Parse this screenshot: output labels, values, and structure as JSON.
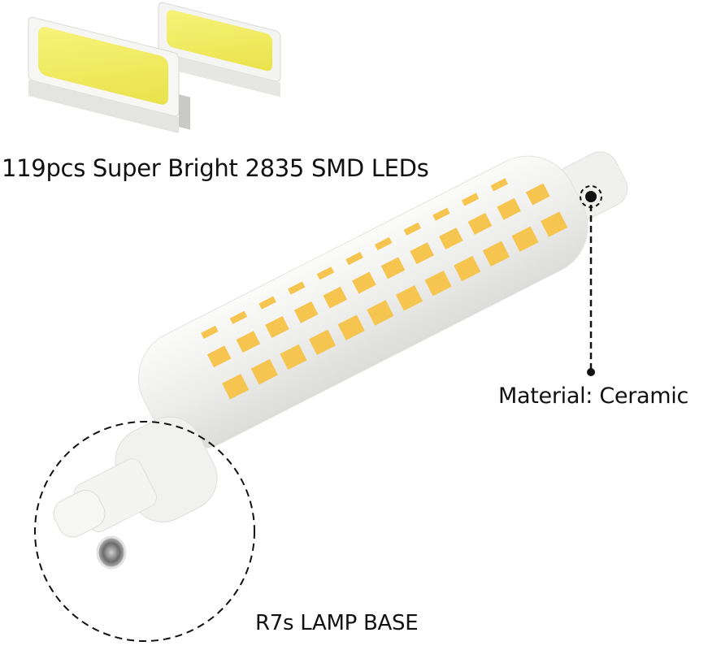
{
  "product": {
    "led_caption": "119pcs Super Bright 2835 SMD LEDs",
    "material_caption": "Material: Ceramic",
    "base_caption": "R7s LAMP BASE"
  },
  "colors": {
    "led_warm": "#f5c550",
    "led_chip_yellow": "#f3ee6a",
    "body_white": "#f2f2f0",
    "callout": "#111111"
  }
}
